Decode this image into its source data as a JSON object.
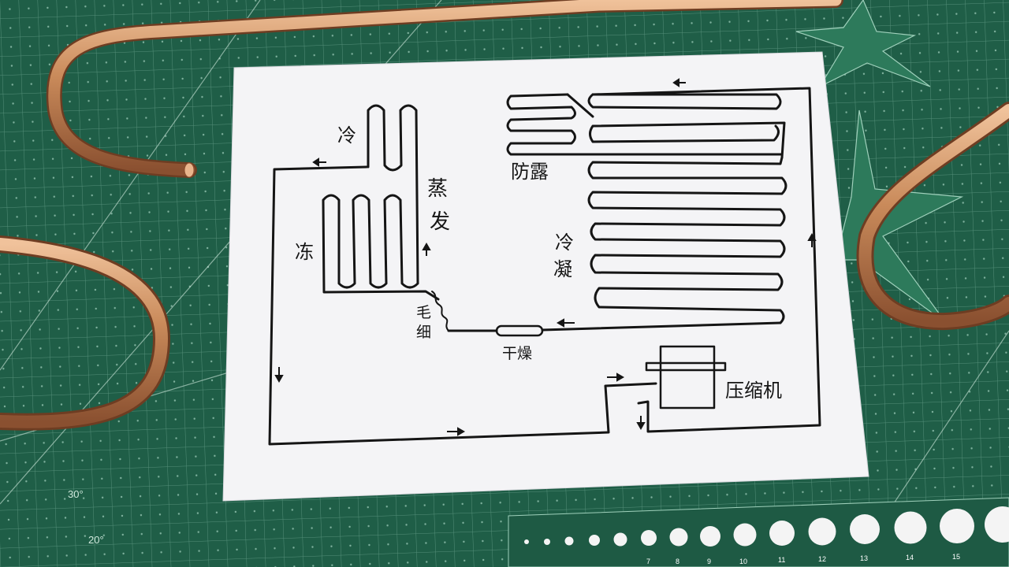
{
  "diagram": {
    "labels": {
      "evaporator_top": "冷",
      "evaporator_side_1": "蒸",
      "evaporator_side_2": "发",
      "freezer_left": "冻",
      "anti_condensation": "防露",
      "condenser_1": "冷",
      "condenser_2": "凝",
      "capillary_1": "毛",
      "capillary_2": "细",
      "dryer": "干燥",
      "compressor": "压缩机"
    }
  },
  "cutting_mat": {
    "angle_labels": [
      "30°",
      "20°"
    ],
    "ruler_numbers": [
      "7",
      "8",
      "9",
      "10",
      "11",
      "12",
      "13",
      "14",
      "15"
    ]
  },
  "colors": {
    "mat": "#1f5e47",
    "paper": "#f4f4f6",
    "ink": "#151515",
    "copper": "#c98a5a"
  }
}
